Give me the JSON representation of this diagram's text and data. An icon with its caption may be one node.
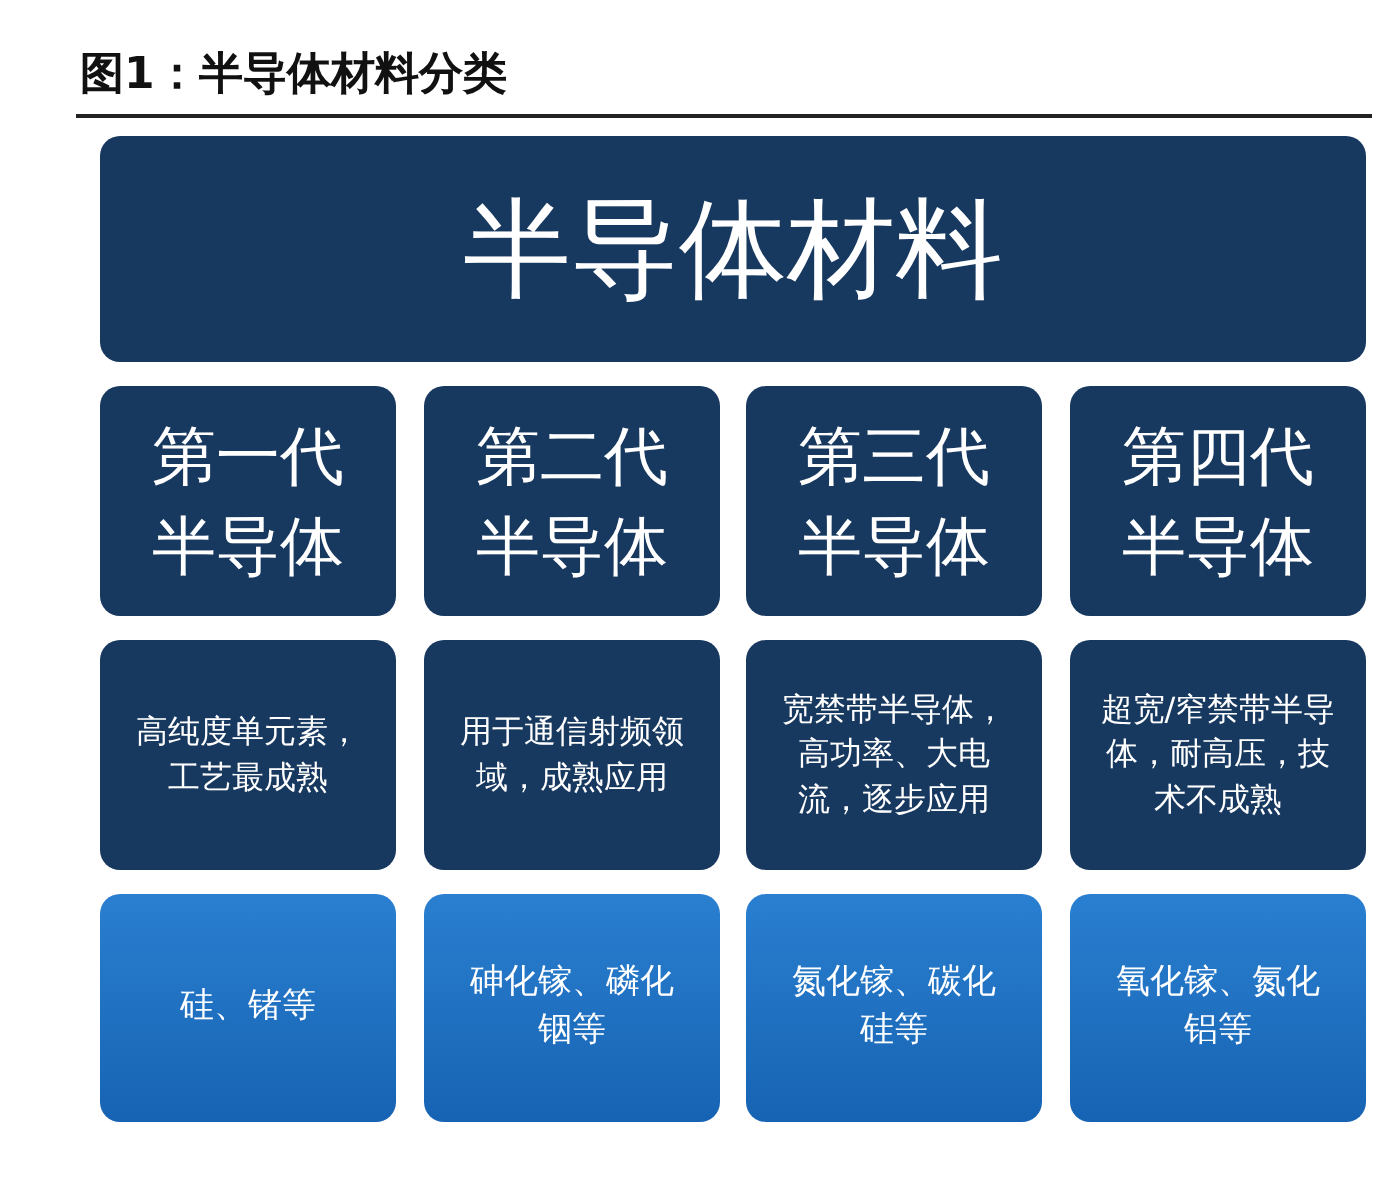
{
  "diagram": {
    "title": "图1：半导体材料分类",
    "nodes": [
      {
        "text": [
          "半导体材料"
        ]
      },
      {
        "text": [
          "第一代半导体"
        ]
      },
      {
        "text": [
          "第二代半导体"
        ]
      },
      {
        "text": [
          "第三代半导体"
        ]
      },
      {
        "text": [
          "第四代半导体"
        ]
      },
      {
        "text": [
          "高纯度单元素，工艺最成熟"
        ]
      },
      {
        "text": [
          "用于通信射频领域，成熟应用"
        ]
      },
      {
        "text": [
          "宽禁带半导体，高功率、大电流，逐步应用"
        ]
      },
      {
        "text": [
          "超宽/窄禁带半导体，耐高压，技术不成熟"
        ]
      },
      {
        "text": [
          "硅、锗等"
        ]
      },
      {
        "text": [
          "砷化镓、磷化铟等"
        ]
      },
      {
        "text": [
          "氮化镓、碳化硅等"
        ]
      },
      {
        "text": [
          "氧化镓、氮化铝等"
        ]
      }
    ]
  }
}
